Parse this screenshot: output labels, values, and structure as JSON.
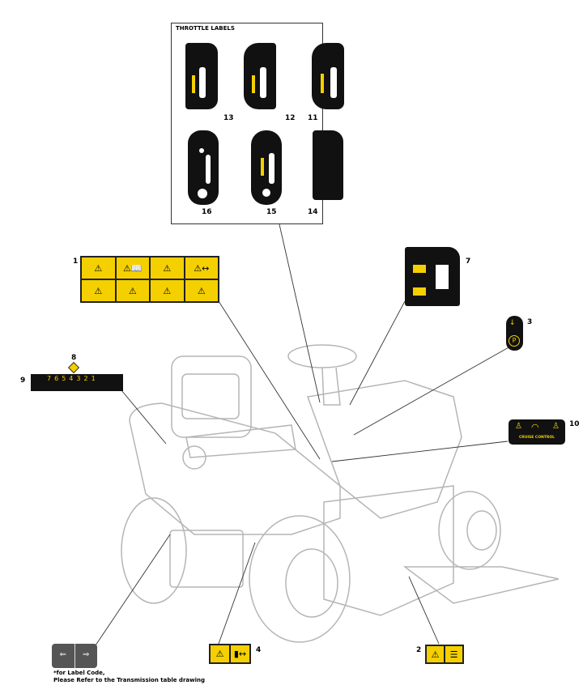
{
  "throttle_section": {
    "title": "THROTTLE LABELS",
    "labels": [
      {
        "number": "13"
      },
      {
        "number": "12"
      },
      {
        "number": "11"
      },
      {
        "number": "16"
      },
      {
        "number": "15"
      },
      {
        "number": "14"
      }
    ]
  },
  "callouts": {
    "c1": "1",
    "c2": "2",
    "c3": "3",
    "c4": "4",
    "c7": "7",
    "c8": "8",
    "c9": "9",
    "c10": "10"
  },
  "decal_10_text": "CRUISE CONTROL",
  "decal_9_digits": [
    "7",
    "6",
    "5",
    "4",
    "3",
    "2",
    "1"
  ],
  "note": {
    "line1": "*for Label Code,",
    "line2": "Please Refer to the Transmission table drawing"
  },
  "colors": {
    "label_yellow": "#f4d000",
    "label_black": "#111111",
    "outline": "#b5b5b5"
  }
}
